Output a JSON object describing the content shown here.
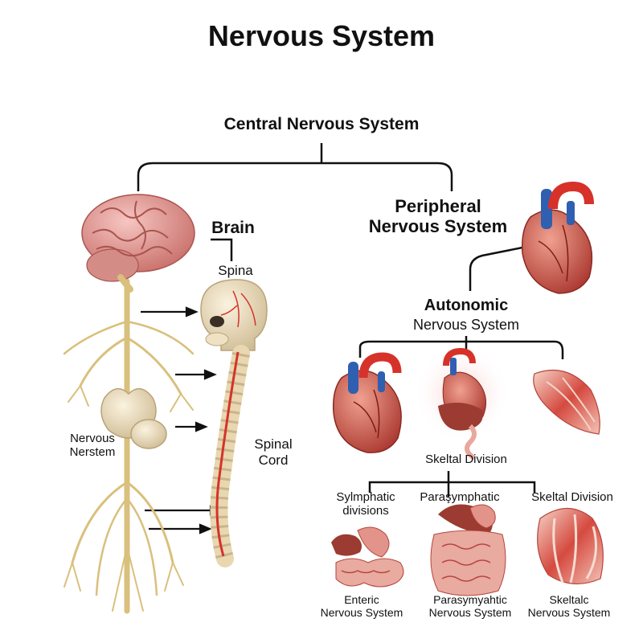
{
  "title": "Nervous System",
  "nodes": {
    "cns": "Central Nervous System",
    "pns_line1": "Peripheral",
    "pns_line2": "Nervous System",
    "brain": "Brain",
    "spina": "Spina",
    "autonomic_line1": "Autonomic",
    "autonomic_line2": "Nervous System",
    "nervous_line1": "Nervous",
    "nervous_line2": "Nerstem",
    "spinal_line1": "Spinal",
    "spinal_line2": "Cord",
    "skeltal_division_top": "Skeltal Division",
    "sympathetic_line1": "Sylmphatic",
    "sympathetic_line2": "divisions",
    "parasympathetic": "Paraşymphatic",
    "skeltal_division": "Skeltal Division",
    "enteric_line1": "Enteric",
    "enteric_line2": "Nervous System",
    "parasy_line1": "Parasymyahtic",
    "parasy_line2": "Nervous System",
    "skeltalc_line1": "Skeltalc",
    "skeltalc_line2": "Nervous System"
  },
  "colors": {
    "brain": "#e8a3a0",
    "brain_dark": "#b8615d",
    "nerve": "#e2c98a",
    "bone": "#efe2c4",
    "bone_shade": "#c9b58c",
    "artery": "#d6322a",
    "vein": "#2f5fb0",
    "heart": "#c9453c",
    "muscle": "#d9564d",
    "muscle_light": "#f3c8bd",
    "gut": "#d98277",
    "liver": "#9b3b32",
    "line": "#111111"
  }
}
